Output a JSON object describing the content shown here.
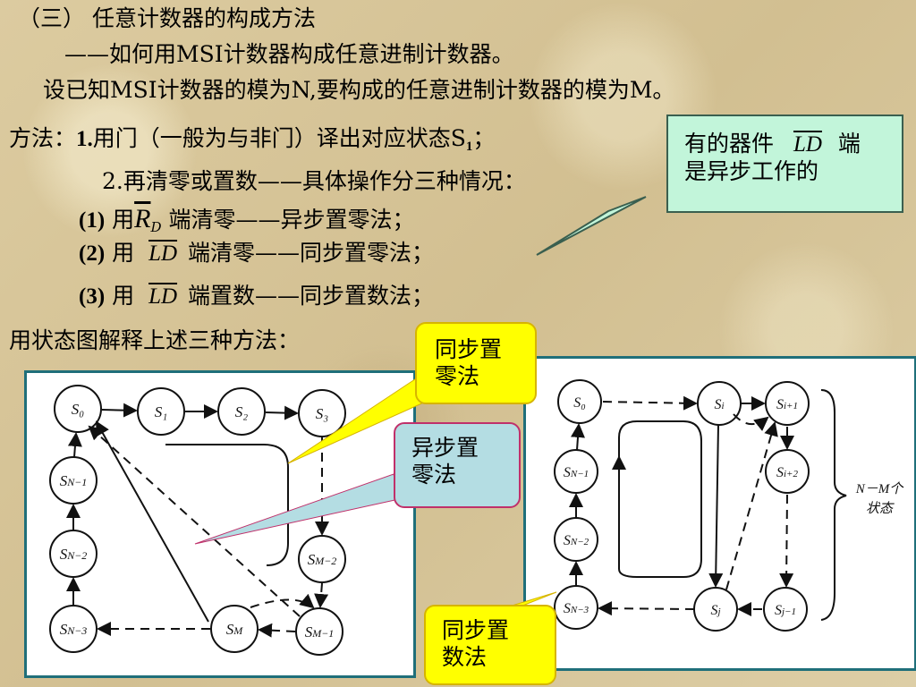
{
  "heading": "（三） 任意计数器的构成方法",
  "subheading": "——如何用MSI计数器构成任意进制计数器。",
  "premise": "设已知MSI计数器的模为N,要构成的任意进制计数器的模为M。",
  "method_prefix": "方法：",
  "step1": {
    "num": "1.",
    "text": "用门（一般为与非门）译出对应状态S",
    "sub": "1",
    "tail": "；"
  },
  "step2": "2.再清零或置数——具体操作分三种情况：",
  "cases": [
    {
      "label": "(1)",
      "pre": "用",
      "signal": "R",
      "signal_sub": "D",
      "post": "端清零——异步置零法；"
    },
    {
      "label": "(2)",
      "pre": "用",
      "signal": "LD",
      "post": "端清零——同步置零法；"
    },
    {
      "label": "(3)",
      "pre": "用",
      "signal": "LD",
      "post": "端置数——同步置数法；"
    }
  ],
  "explain": "用状态图解释上述三种方法：",
  "note": {
    "line1_pre": "有的器件",
    "signal": "LD",
    "line1_post": "端",
    "line2": "是异步工作的"
  },
  "labels": {
    "sync_zero_1": [
      "同步置",
      "零法"
    ],
    "async_zero": [
      "异步置",
      "零法"
    ],
    "sync_load": [
      "同步置",
      "数法"
    ]
  },
  "left_diagram": {
    "states": [
      "S0",
      "S1",
      "S2",
      "S3",
      "SN-1",
      "SN-2",
      "SN-3",
      "SM-2",
      "SM",
      "SM-1"
    ]
  },
  "right_diagram": {
    "states": [
      "S0",
      "SN-1",
      "SN-2",
      "SN-3",
      "Si",
      "Si+1",
      "Si+2",
      "Sj",
      "Sj-1"
    ],
    "brace_label": [
      "N－M个",
      "状态"
    ]
  },
  "colors": {
    "green_callout": "#c2f5da",
    "yellow_callout": "#ffff00",
    "blue_callout": "#b4dde3",
    "panel_border": "#1f6f7a"
  }
}
